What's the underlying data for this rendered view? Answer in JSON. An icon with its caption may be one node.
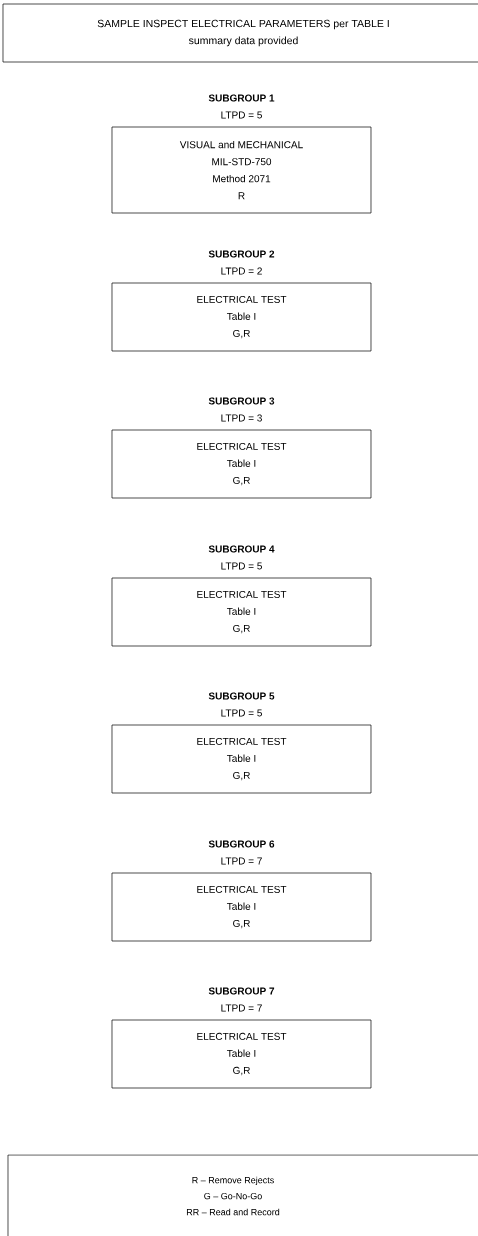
{
  "diagram": {
    "nodes": [
      {
        "text": [
          "SAMPLE INSPECT ELECTRICAL PARAMETERS per TABLE I",
          "summary data provided"
        ]
      },
      {
        "text": [
          "VISUAL and MECHANICAL",
          "MIL-STD-750",
          "Method 2071",
          "R"
        ],
        "beside": [
          "SUBGROUP 1",
          "LTPD = 5"
        ]
      },
      {
        "text": [
          "ELECTRICAL TEST",
          "Table I",
          "G,R"
        ],
        "beside": [
          "SUBGROUP 2",
          "LTPD = 2"
        ]
      },
      {
        "text": [
          "ELECTRICAL TEST",
          "Table I",
          "G,R"
        ],
        "beside": [
          "SUBGROUP 3",
          "LTPD = 3"
        ]
      },
      {
        "text": [
          "ELECTRICAL TEST",
          "Table I",
          "G,R"
        ],
        "beside": [
          "SUBGROUP 4",
          "LTPD = 5"
        ]
      },
      {
        "text": [
          "ELECTRICAL TEST",
          "Table I",
          "G,R"
        ],
        "beside": [
          "SUBGROUP 5",
          "LTPD = 5"
        ]
      },
      {
        "text": [
          "ELECTRICAL TEST",
          "Table I",
          "G,R"
        ],
        "beside": [
          "SUBGROUP 6",
          "LTPD = 7"
        ]
      },
      {
        "text": [
          "ELECTRICAL TEST",
          "Table I",
          "G,R"
        ],
        "beside": [
          "SUBGROUP 7",
          "LTPD = 7"
        ]
      },
      {
        "text": [
          "R – Remove Rejects",
          "G – Go-No-Go",
          "RR – Read and Record"
        ]
      }
    ]
  }
}
